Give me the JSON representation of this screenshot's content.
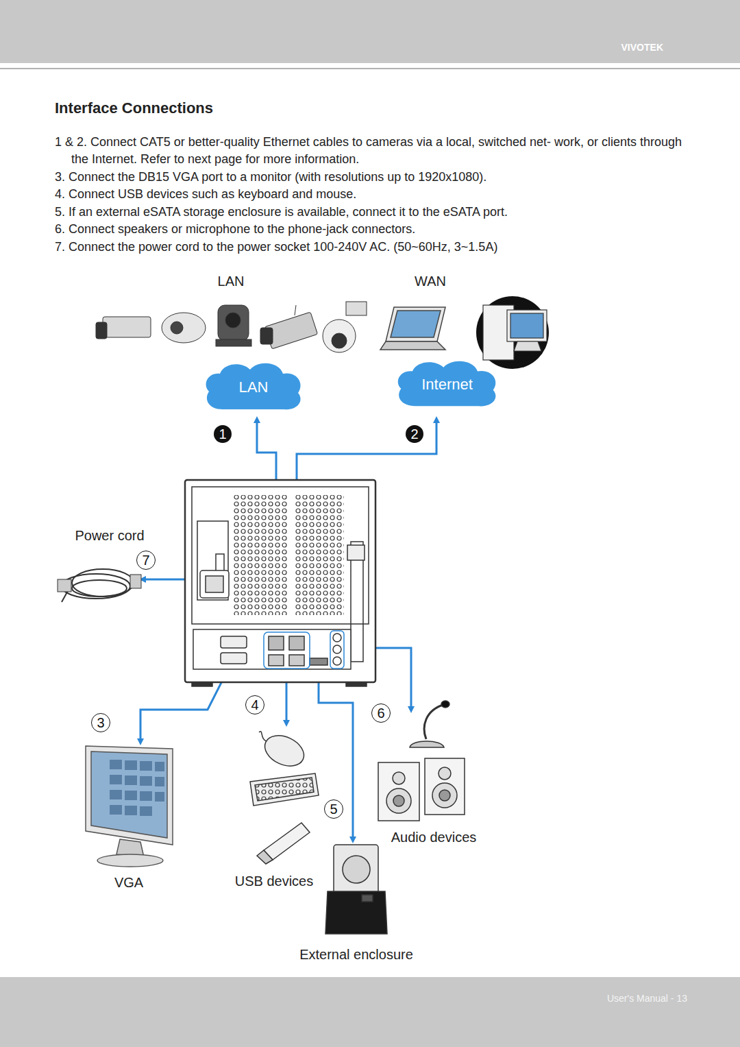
{
  "diagram": {
    "title": "Interface Connections",
    "nodes": [
      {
        "text": [
          "LAN"
        ]
      },
      {
        "text": [
          "Internet"
        ]
      }
    ],
    "labels": [
      "VIVOTEK",
      "1 & 2. Connect CAT5 or better-quality Ethernet cables to cameras via a local, switched net- work, or clients through the Internet. Refer to next page for more information.",
      "3. Connect the DB15 VGA port to a monitor (with resolutions up to 1920x1080).",
      "4. Connect USB devices such as keyboard and mouse.",
      "5. If an external eSATA storage enclosure is available, connect it to the eSATA port.",
      "6. Connect speakers or microphone to the phone-jack connectors.",
      "7. Connect the power cord to the power socket 100-240V AC. (50~60Hz, 3~1.5A)",
      "LAN",
      "WAN",
      "1",
      "2",
      "Power cord",
      "7",
      "4",
      "6",
      "3",
      "5",
      "Audio devices",
      "VGA",
      "USB devices",
      "External enclosure",
      "User's Manual - 13"
    ]
  }
}
